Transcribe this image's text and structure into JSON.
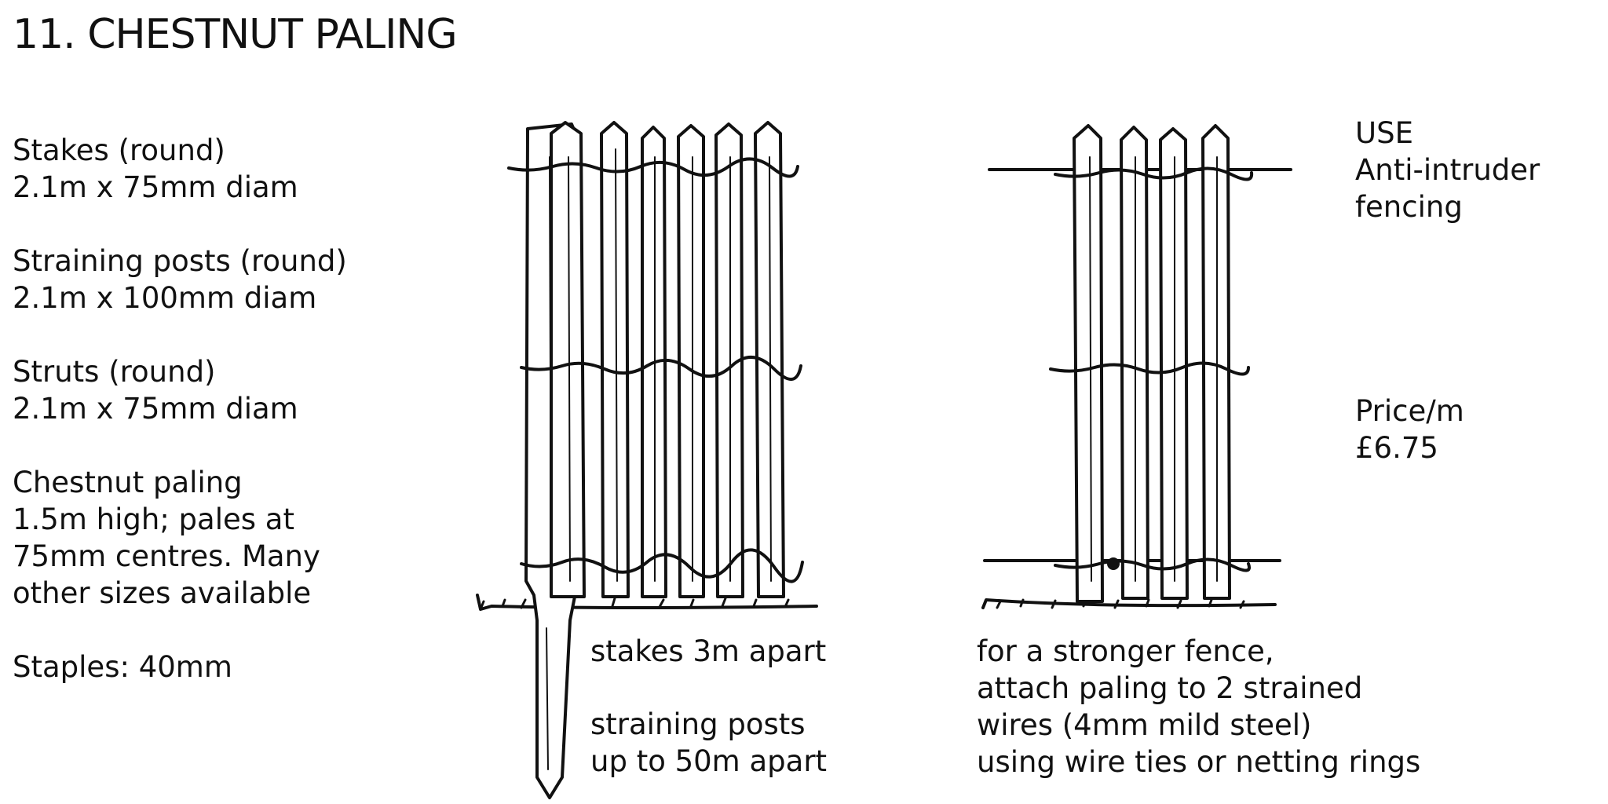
{
  "title": "11. CHESTNUT PALING",
  "specs": [
    {
      "heading": "Stakes (round)",
      "detail": "2.1m x 75mm diam"
    },
    {
      "heading": "Straining posts (round)",
      "detail": "2.1m x 100mm diam"
    },
    {
      "heading": "Struts (round)",
      "detail": "2.1m x 75mm diam"
    },
    {
      "heading": "Chestnut paling",
      "lines": [
        "1.5m high; pales at",
        "75mm centres. Many",
        "other sizes available"
      ]
    },
    {
      "heading": "Staples: 40mm"
    }
  ],
  "left_diagram": {
    "notes": [
      "stakes 3m apart",
      "straining posts",
      "up to 50m apart"
    ]
  },
  "right_diagram": {
    "notes": [
      "for a stronger fence,",
      "attach paling to 2 strained",
      "wires (4mm mild steel)",
      "using wire ties or netting rings"
    ]
  },
  "use": {
    "label": "USE",
    "lines": [
      "Anti-intruder",
      "fencing"
    ]
  },
  "price": {
    "label": "Price/m",
    "value": "£6.75"
  }
}
